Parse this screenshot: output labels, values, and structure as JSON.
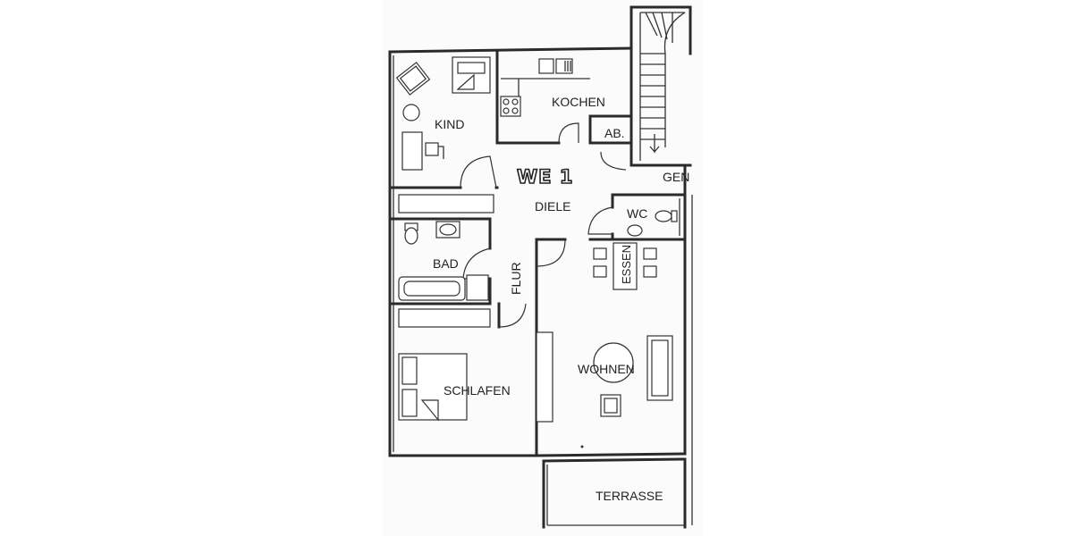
{
  "unit_label": "WE 1",
  "rooms": {
    "kind": "KIND",
    "kochen": "KOCHEN",
    "ab": "AB.",
    "gen": "GEN",
    "diele": "DIELE",
    "wc": "WC",
    "bad": "BAD",
    "flur": "FLUR",
    "essen": "ESSEN",
    "wohnen": "WOHNEN",
    "schlafen": "SCHLAFEN",
    "terrasse": "TERRASSE"
  }
}
